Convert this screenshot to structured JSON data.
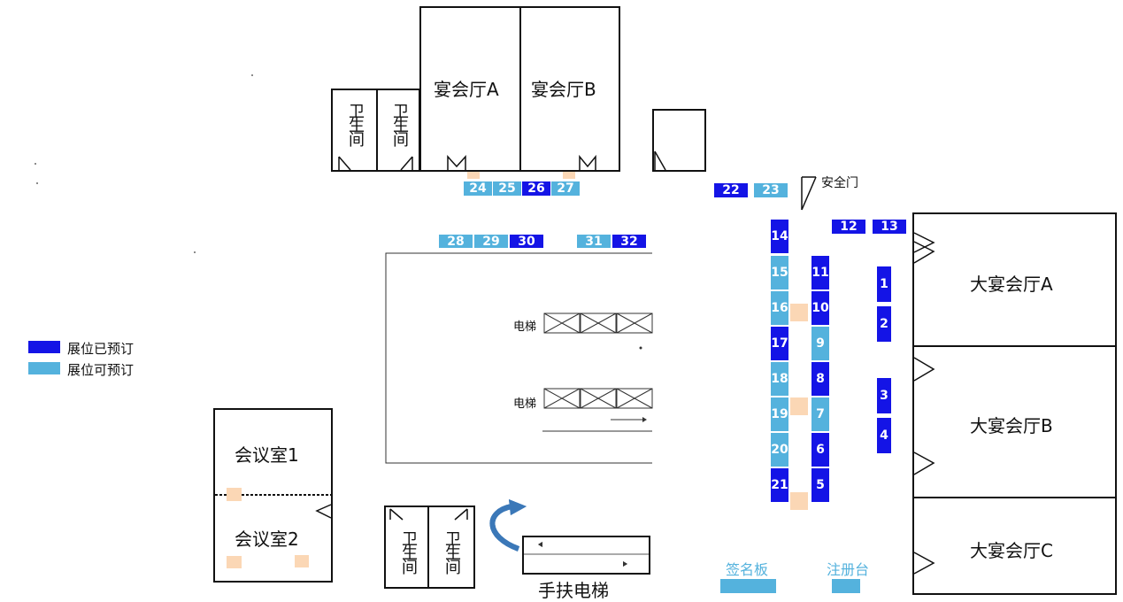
{
  "rooms": {
    "banquet_a": "宴会厅A",
    "banquet_b": "宴会厅B",
    "restroom_top_1": "卫生间",
    "restroom_top_2": "卫生间",
    "grand_a": "大宴会厅A",
    "grand_b": "大宴会厅B",
    "grand_c": "大宴会厅C",
    "meeting_1": "会议室1",
    "meeting_2": "会议室2",
    "restroom_bottom_1": "卫生间",
    "restroom_bottom_2": "卫生间"
  },
  "labels": {
    "safety_door": "安全门",
    "elevator_1": "电梯",
    "elevator_2": "电梯",
    "escalator": "手扶电梯",
    "sign_board": "签名板",
    "registration": "注册台"
  },
  "legend": {
    "booked": "展位已预订",
    "available": "展位可预订"
  },
  "colors": {
    "booked": "#1414e6",
    "available": "#54b2dd",
    "pad": "#fbd7b5"
  },
  "booths": {
    "b1": "1",
    "b2": "2",
    "b3": "3",
    "b4": "4",
    "b5": "5",
    "b6": "6",
    "b7": "7",
    "b8": "8",
    "b9": "9",
    "b10": "10",
    "b11": "11",
    "b12": "12",
    "b13": "13",
    "b14": "14",
    "b15": "15",
    "b16": "16",
    "b17": "17",
    "b18": "18",
    "b19": "19",
    "b20": "20",
    "b21": "21",
    "b22": "22",
    "b23": "23",
    "b24": "24",
    "b25": "25",
    "b26": "26",
    "b27": "27",
    "b28": "28",
    "b29": "29",
    "b30": "30",
    "b31": "31",
    "b32": "32"
  }
}
